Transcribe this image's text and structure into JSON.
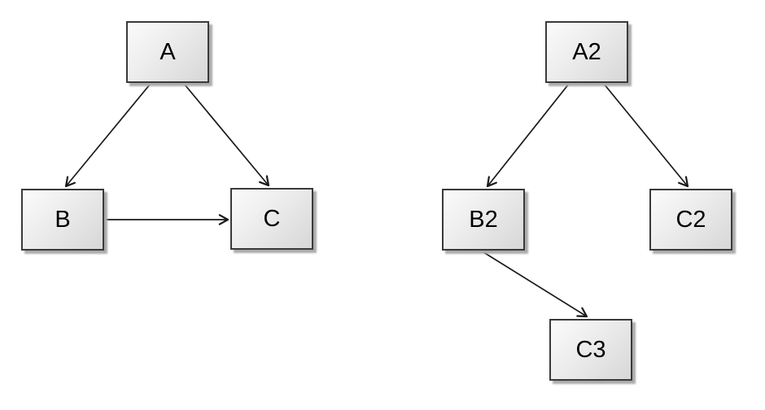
{
  "diagram": {
    "background_color": "#ffffff",
    "node_style": {
      "fill_top": "#fbfbfb",
      "fill_bottom": "#d7d7d7",
      "border_color": "#3a3a3a",
      "shadow_color": "#ababab",
      "text_color": "#000000"
    },
    "edge_color": "#1a1a1a",
    "graphs": [
      {
        "name": "left-graph",
        "nodes": [
          {
            "id": "A",
            "label": "A"
          },
          {
            "id": "B",
            "label": "B"
          },
          {
            "id": "C",
            "label": "C"
          }
        ],
        "edges": [
          {
            "from": "A",
            "to": "B"
          },
          {
            "from": "A",
            "to": "C"
          },
          {
            "from": "B",
            "to": "C"
          }
        ]
      },
      {
        "name": "right-graph",
        "nodes": [
          {
            "id": "A2",
            "label": "A2"
          },
          {
            "id": "B2",
            "label": "B2"
          },
          {
            "id": "C2",
            "label": "C2"
          },
          {
            "id": "C3",
            "label": "C3"
          }
        ],
        "edges": [
          {
            "from": "A2",
            "to": "B2"
          },
          {
            "from": "A2",
            "to": "C2"
          },
          {
            "from": "B2",
            "to": "C3"
          }
        ]
      }
    ]
  }
}
